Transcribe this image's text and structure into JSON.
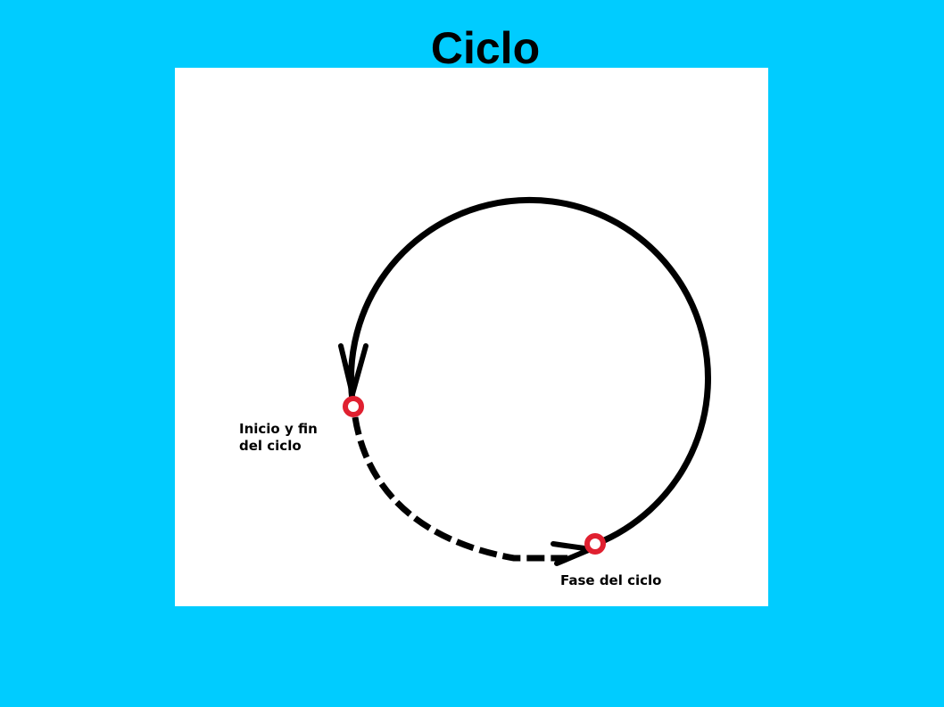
{
  "slide": {
    "title": "Ciclo"
  },
  "diagram": {
    "labels": {
      "start_end_line1": "Inicio y fin",
      "start_end_line2": "del ciclo",
      "phase": "Fase del ciclo"
    },
    "colors": {
      "background": "#00ccff",
      "panel": "#ffffff",
      "cycle_stroke": "#000000",
      "marker": "#e02030"
    }
  }
}
